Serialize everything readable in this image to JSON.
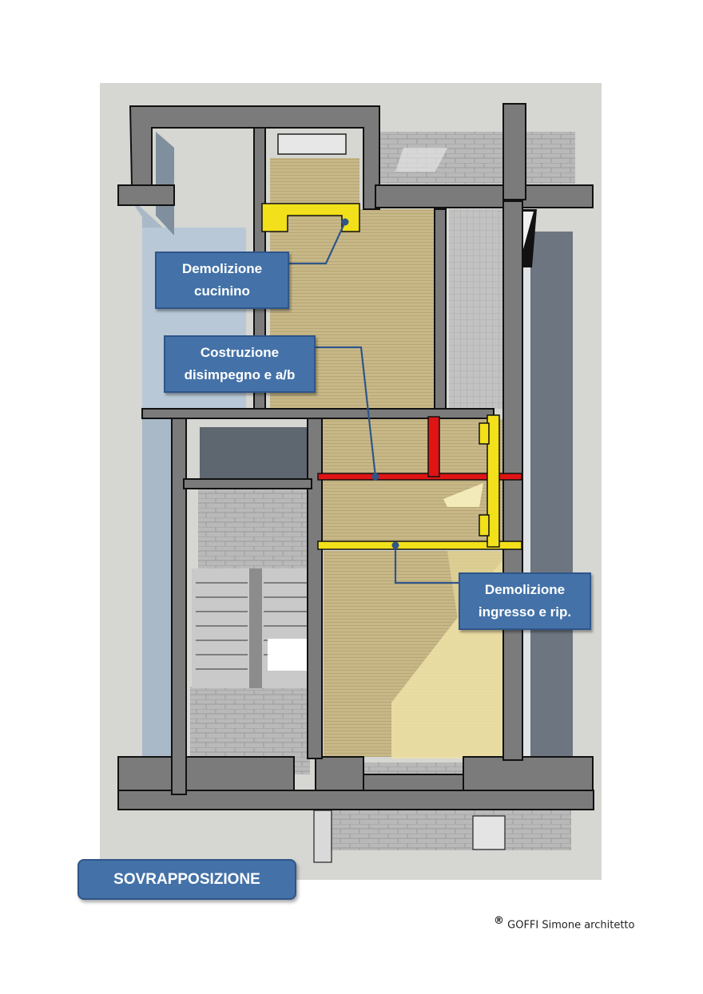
{
  "callouts": {
    "demolizione_cucinino": "Demolizione\ncucinino",
    "costruzione_disimpegno": "Costruzione\ndisimpegno e a/b",
    "demolizione_ingresso": "Demolizione\ningresso e rip."
  },
  "title": "SOVRAPPOSIZIONE",
  "credit": {
    "mark": "®",
    "text": "GOFFI Simone architetto"
  },
  "legend_colors": {
    "demolition": "#f2e01a",
    "construction": "#e01414",
    "callout": "#4472a8",
    "floor": "#c9b98a",
    "wall_section": "#7a7a7a"
  }
}
